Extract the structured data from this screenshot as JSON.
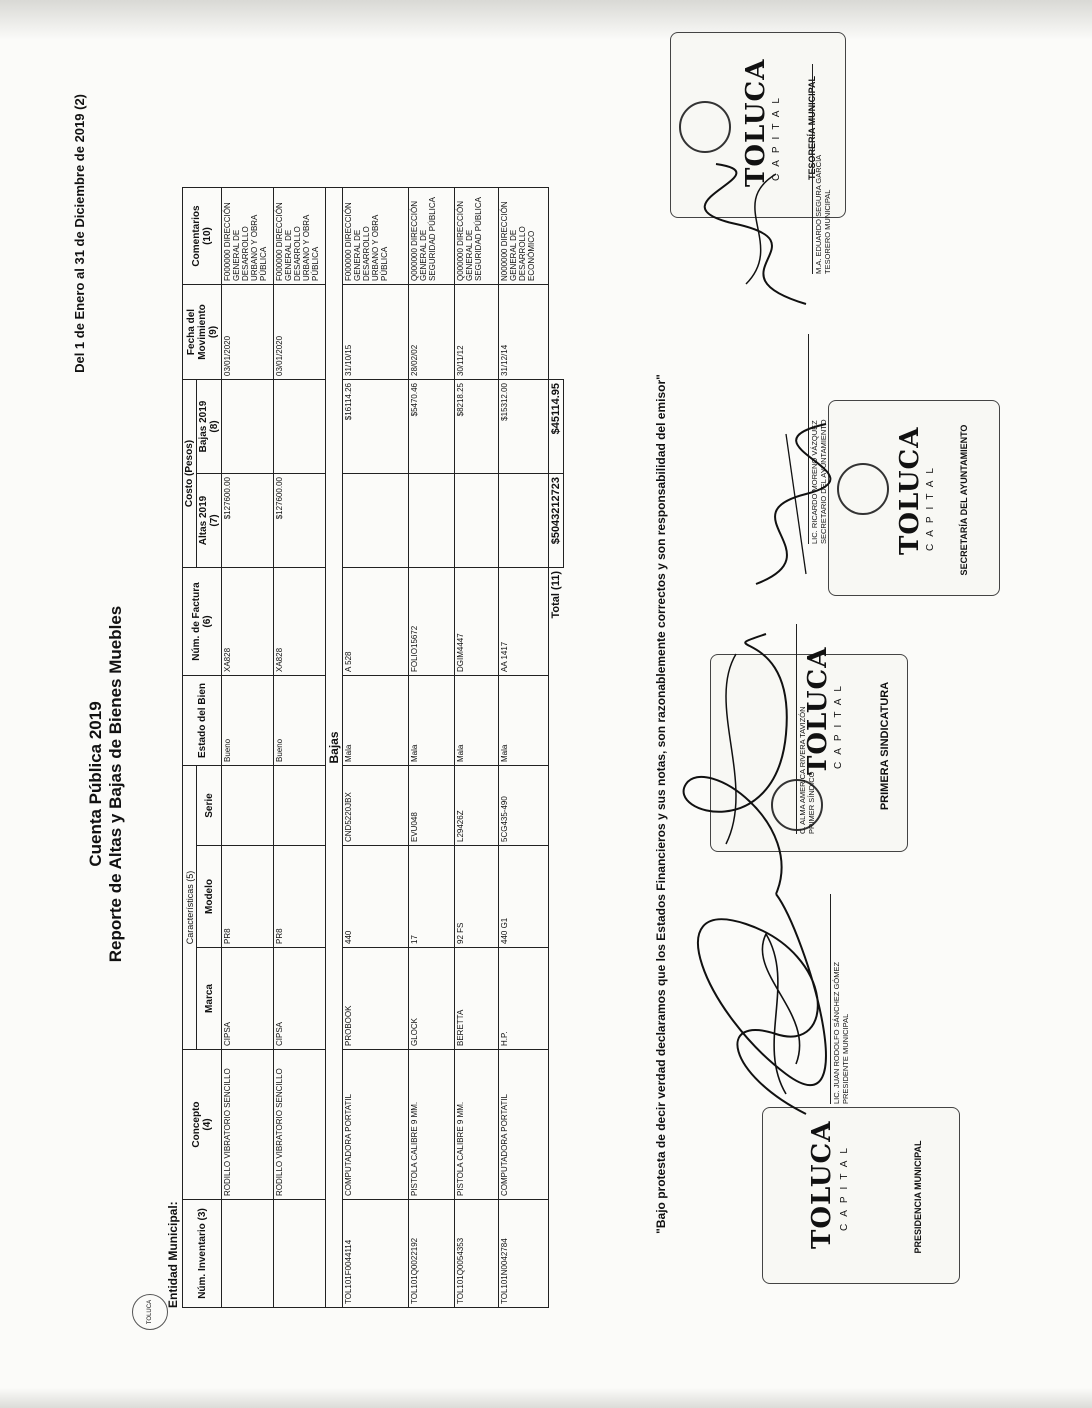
{
  "header": {
    "title": "Cuenta Pública 2019",
    "subtitle": "Reporte de Altas y Bajas de Bienes Muebles",
    "period": "Del 1 de Enero al 31 de Diciembre de 2019 (2)",
    "entity_label": "Entidad Municipal:",
    "logo_text": "TOLUCA"
  },
  "columns": {
    "inventario": "Núm. Inventario (3)",
    "concepto": "Concepto",
    "concepto_num": "(4)",
    "caracteristicas": "Características (5)",
    "marca": "Marca",
    "modelo": "Modelo",
    "serie": "Serie",
    "estado": "Estado del Bien",
    "factura": "Núm. de Factura",
    "factura_num": "(6)",
    "costo": "Costo (Pesos)",
    "altas": "Altas 2019",
    "altas_num": "(7)",
    "bajas": "Bajas 2019",
    "bajas_num": "(8)",
    "fecha": "Fecha del Movimiento",
    "fecha_num": "(9)",
    "comentarios": "Comentarios",
    "comentarios_num": "(10)"
  },
  "altas_rows": [
    {
      "inventario": "",
      "concepto": "RODILLO VIBRATORIO SENCILLO",
      "marca": "CIPSA",
      "modelo": "PR8",
      "serie": "",
      "estado": "Bueno",
      "factura": "XA828",
      "alta": "$127600.00",
      "baja": "",
      "fecha": "03/01/2020",
      "comentario": "F000000 DIRECCIÓN GENERAL DE DESARROLLO URBANO Y OBRA PÚBLICA"
    },
    {
      "inventario": "",
      "concepto": "RODILLO VIBRATORIO SENCILLO",
      "marca": "CIPSA",
      "modelo": "PR8",
      "serie": "",
      "estado": "Bueno",
      "factura": "XA828",
      "alta": "$127600.00",
      "baja": "",
      "fecha": "03/01/2020",
      "comentario": "F000000 DIRECCIÓN GENERAL DE DESARROLLO URBANO Y OBRA PÚBLICA"
    }
  ],
  "bajas_label": "Bajas",
  "bajas_rows": [
    {
      "inventario": "TOL101F0044114",
      "concepto": "COMPUTADORA PORTATIL",
      "marca": "PROBOOK",
      "modelo": "440",
      "serie": "CND5220JBX",
      "estado": "Mala",
      "factura": "A 528",
      "alta": "",
      "baja": "$16114.26",
      "fecha": "31/10/15",
      "comentario": "F000000 DIRECCIÓN GENERAL DE DESARROLLO URBANO Y OBRA PÚBLICA"
    },
    {
      "inventario": "TOL101Q0022192",
      "concepto": "PISTOLA CALIBRE 9 MM.",
      "marca": "GLOCK",
      "modelo": "17",
      "serie": "EVU048",
      "estado": "Mala",
      "factura": "FOLIO15672",
      "alta": "",
      "baja": "$5470.46",
      "fecha": "28/02/02",
      "comentario": "Q000000 DIRECCIÓN GENERAL DE SEGURIDAD PÚBLICA"
    },
    {
      "inventario": "TOL101Q0054353",
      "concepto": "PISTOLA CALIBRE 9 MM.",
      "marca": "BERETTA",
      "modelo": "92 FS",
      "serie": "L29426Z",
      "estado": "Mala",
      "factura": "DGIM4447",
      "alta": "",
      "baja": "$8218.25",
      "fecha": "30/11/12",
      "comentario": "Q000000 DIRECCIÓN GENERAL DE SEGURIDAD PÚBLICA"
    },
    {
      "inventario": "TOL101N0042784",
      "concepto": "COMPUTADORA PORTATIL",
      "marca": "H.P.",
      "modelo": "440 G1",
      "serie": "5CG435-490",
      "estado": "Mala",
      "factura": "AA 1417",
      "alta": "",
      "baja": "$15312.00",
      "fecha": "31/12/14",
      "comentario": "N000000 DIRECCIÓN GENERAL DE DESARROLLO ECONÓMICO"
    }
  ],
  "totals": {
    "label": "Total (11)",
    "altas": "$5043212723",
    "bajas": "$45114.95"
  },
  "protest": "\"Bajo protesta de decir verdad declaramos que los Estados Financieros y sus notas, son razonablemente correctos y son responsabilidad del emisor\"",
  "signers": [
    {
      "name": "LIC. JUAN RODOLFO SÁNCHEZ GÓMEZ",
      "role": "PRESIDENTE MUNICIPAL"
    },
    {
      "name": "C. ALMA AMERICA RIVERA TAVIZÓN",
      "role": "PRIMER SÍNDICO"
    },
    {
      "name": "LIC. RICARDO MORENO VÁZQUEZ",
      "role": "SECRETARIO DEL AYUNTAMIENTO"
    },
    {
      "name": "M.A. EDUARDO SEGURA GARCÍA",
      "role": "TESORERO MUNICIPAL"
    }
  ],
  "stamps": [
    {
      "brand": "TOLUCA",
      "cap": "CAPITAL",
      "office": "PRESIDENCIA MUNICIPAL"
    },
    {
      "brand": "TOLUCA",
      "cap": "CAPITAL",
      "office": "PRIMERA SINDICATURA"
    },
    {
      "brand": "TOLUCA",
      "cap": "CAPITAL",
      "office": "SECRETARÍA DEL AYUNTAMIENTO"
    },
    {
      "brand": "TOLUCA",
      "cap": "CAPITAL",
      "office": "TESORERÍA MUNICIPAL"
    }
  ]
}
